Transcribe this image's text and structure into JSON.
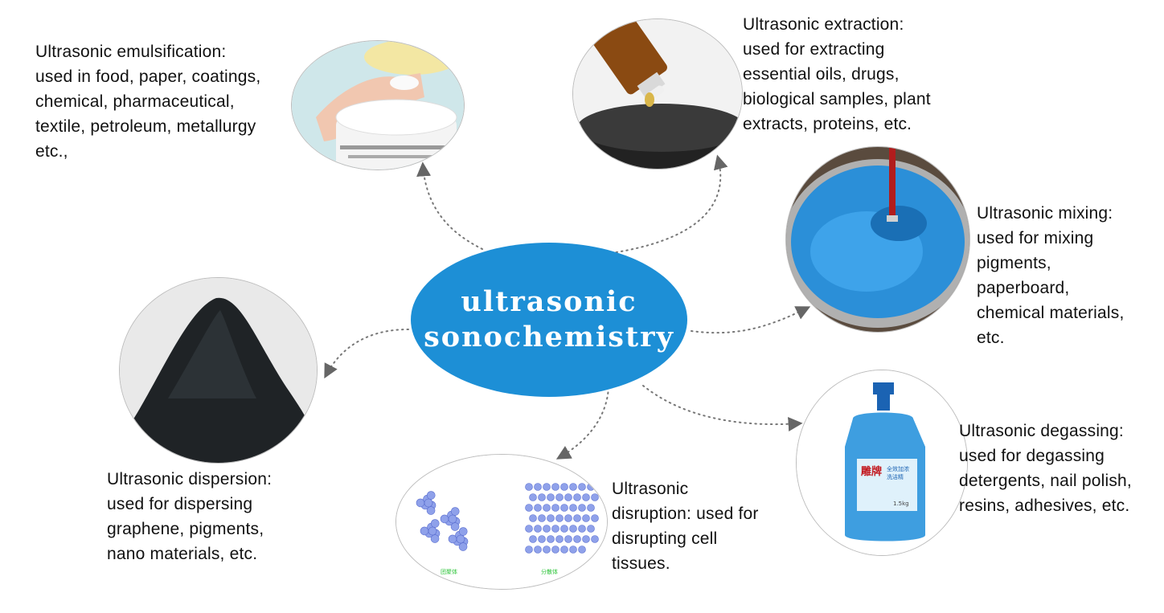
{
  "hub": {
    "line1": "ultrasonic",
    "line2": "sonochemistry",
    "color": "#1d8fd6"
  },
  "applications": {
    "emulsification": "Ultrasonic emulsification:\nused in food, paper, coatings,\nchemical, pharmaceutical,\ntextile, petroleum, metallurgy\netc.,",
    "extraction": "Ultrasonic extraction:\nused for extracting\nessential oils, drugs,\nbiological samples, plant\nextracts, proteins, etc.",
    "mixing": "Ultrasonic mixing:\nused for mixing\npigments,\npaperboard,\nchemical materials,\netc.",
    "degassing": "Ultrasonic degassing:\nused for degassing\ndetergents, nail polish,\nresins, adhesives, etc.",
    "disruption": "Ultrasonic\ndisruption: used for\ndisrupting cell\ntissues.",
    "dispersion": "Ultrasonic dispersion:\nused for dispersing\ngraphene, pigments,\nnano materials, etc."
  },
  "images": {
    "emulsification": "cream-jar-image",
    "extraction": "essential-oil-dropper-image",
    "mixing": "blue-paint-mixing-image",
    "degassing": "detergent-bottle-image",
    "disruption": "cell-bubbles-image",
    "dispersion": "black-powder-image"
  },
  "bottle_label": {
    "brand": "雕牌",
    "line1": "全效加浓",
    "line2": "洗洁精",
    "tag": "1.5kg"
  },
  "disruption_labels": {
    "left": "团聚体",
    "right": "分散体"
  }
}
